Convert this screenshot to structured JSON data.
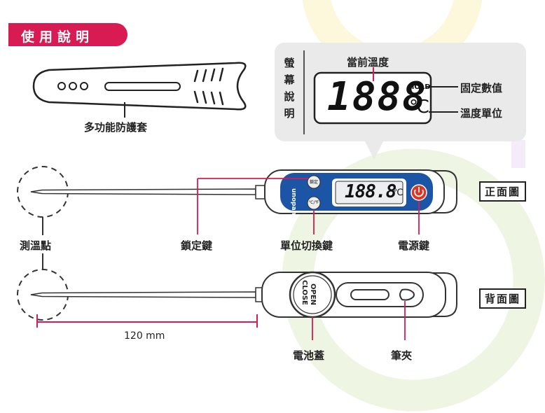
{
  "header": {
    "title": "使用說明"
  },
  "screen_panel": {
    "side_label": [
      "螢",
      "幕",
      "說",
      "明"
    ],
    "current_temp_label": "當前溫度",
    "hold_label": "固定數值",
    "unit_label": "溫度單位",
    "display_digits": "1888",
    "hold_badge": "HOLD",
    "unit_symbol": "℃"
  },
  "sleeve": {
    "label": "多功能防護套"
  },
  "front_view": {
    "label": "正面圖",
    "display_value": "188.8",
    "unit_symbol": "℃",
    "brand": "unopan",
    "lock_button_text": "鎖定",
    "unit_button_text": "℃/℉",
    "power_icon": "power-icon"
  },
  "callouts": {
    "probe_point": "測溫點",
    "lock_key": "鎖定鍵",
    "unit_switch_key": "單位切換鍵",
    "power_key": "電源鍵",
    "battery_cover": "電池蓋",
    "pen_clip": "筆夾"
  },
  "back_view": {
    "label": "背面圖",
    "open_text": "OPEN",
    "close_text": "CLOSE"
  },
  "dimension": {
    "probe_length": "120 mm"
  },
  "colors": {
    "accent": "#d81b53",
    "device_blue": "#1c55a5",
    "power_red": "#e03321"
  }
}
